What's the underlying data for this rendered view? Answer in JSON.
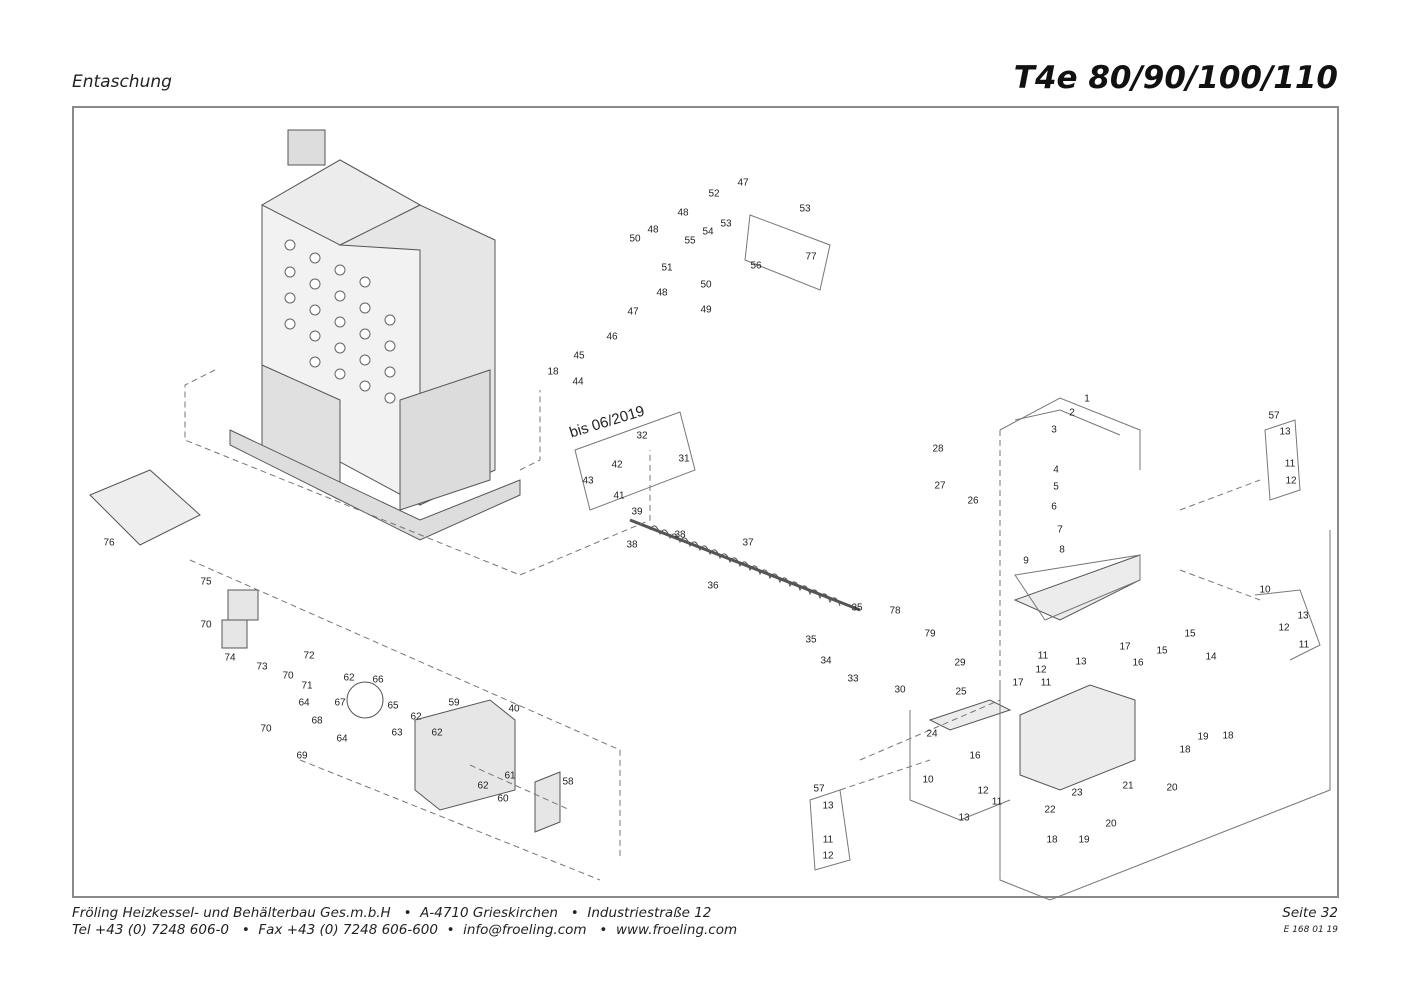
{
  "header": {
    "section": "Entaschung",
    "model": "T4e 80/90/100/110"
  },
  "diagram": {
    "variant_note": "bis 06/2019",
    "part_labels": [
      "47",
      "52",
      "53",
      "48",
      "53",
      "50",
      "48",
      "54",
      "55",
      "51",
      "56",
      "77",
      "50",
      "48",
      "49",
      "47",
      "46",
      "45",
      "18",
      "44",
      "32",
      "31",
      "42",
      "43",
      "41",
      "39",
      "38",
      "38",
      "37",
      "36",
      "35",
      "35",
      "78",
      "79",
      "34",
      "33",
      "29",
      "30",
      "25",
      "24",
      "1",
      "2",
      "3",
      "28",
      "27",
      "26",
      "4",
      "5",
      "6",
      "7",
      "8",
      "9",
      "57",
      "13",
      "11",
      "12",
      "10",
      "13",
      "12",
      "11",
      "15",
      "15",
      "14",
      "17",
      "16",
      "11",
      "13",
      "12",
      "11",
      "17",
      "19",
      "18",
      "18",
      "20",
      "21",
      "16",
      "10",
      "12",
      "11",
      "13",
      "23",
      "22",
      "20",
      "18",
      "19",
      "57",
      "13",
      "11",
      "12",
      "76",
      "75",
      "70",
      "74",
      "73",
      "72",
      "70",
      "71",
      "62",
      "66",
      "67",
      "65",
      "64",
      "68",
      "62",
      "63",
      "64",
      "62",
      "70",
      "69",
      "59",
      "40",
      "61",
      "62",
      "60",
      "58"
    ]
  },
  "footer": {
    "line1": "Fröling Heizkessel- und Behälterbau Ges.m.b.H   •  A-4710 Grieskirchen   •  Industriestraße 12",
    "line2": "Tel +43 (0) 7248 606-0   •  Fax +43 (0) 7248 606-600  •  info@froeling.com   •  www.froeling.com",
    "page": "Seite 32",
    "doc_code": "E 168 01 19"
  }
}
